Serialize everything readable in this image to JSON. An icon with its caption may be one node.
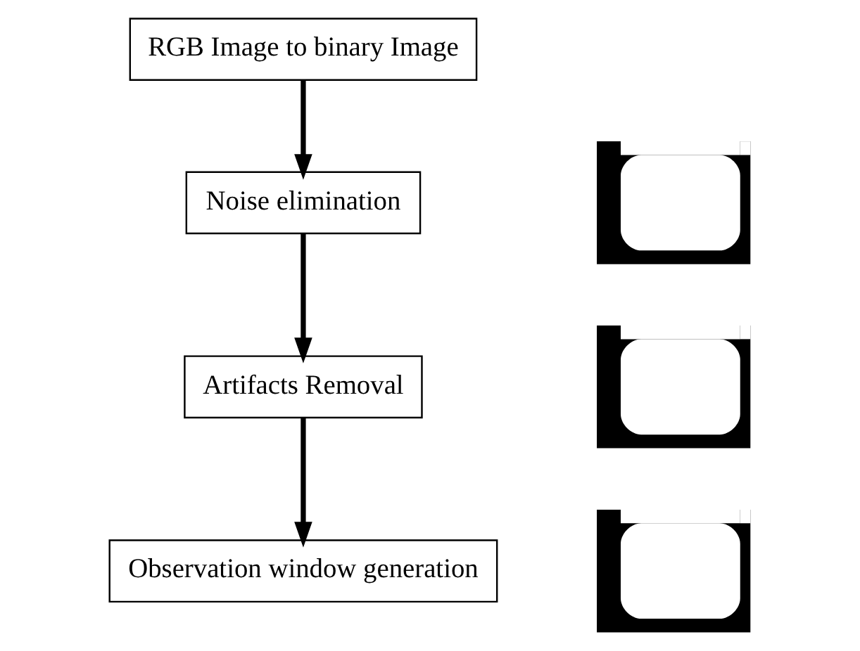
{
  "diagram": {
    "nodes": [
      {
        "text": [
          "RGB Image to binary Image"
        ]
      },
      {
        "text": [
          "Noise elimination"
        ]
      },
      {
        "text": [
          "Artifacts Removal"
        ]
      },
      {
        "text": [
          "Observation window generation"
        ]
      },
      {
        "text": [],
        "shape": "picture"
      },
      {
        "text": [],
        "shape": "picture"
      },
      {
        "text": [],
        "shape": "picture"
      }
    ],
    "edges": [
      {
        "from": 0,
        "to": 1,
        "arrow": "to"
      },
      {
        "from": 1,
        "to": 2,
        "arrow": "to"
      },
      {
        "from": 2,
        "to": 3,
        "arrow": "to"
      }
    ]
  }
}
